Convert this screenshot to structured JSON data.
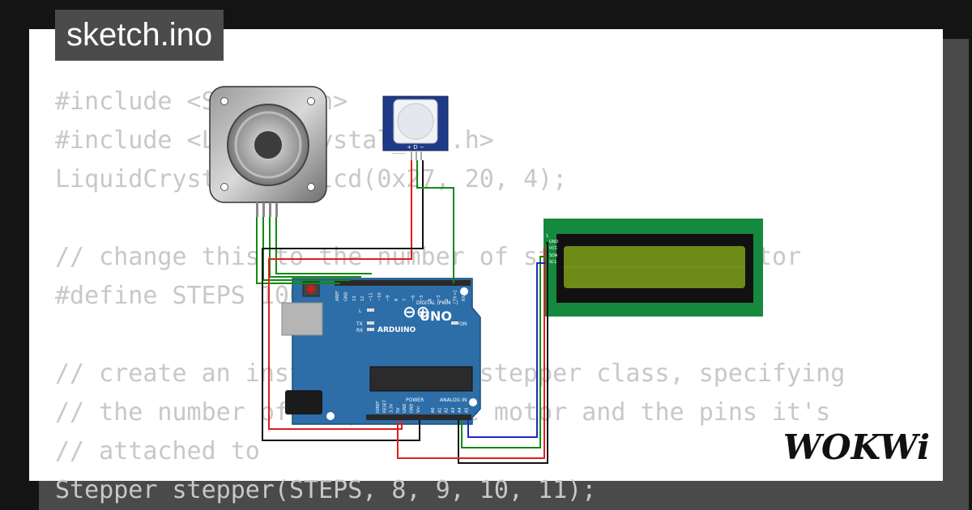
{
  "tab": {
    "filename": "sketch.ino"
  },
  "code": {
    "lines": [
      "#include <Stepper.h>",
      "#include <LiquidCrystal_I2C.h>",
      "LiquidCrystal_I2C lcd(0x27, 20, 4);",
      "",
      "// change this to the number of steps on your motor",
      "#define STEPS 100",
      "",
      "// create an instance of the stepper class, specifying",
      "// the number of steps of the motor and the pins it's",
      "// attached to",
      "Stepper stepper(STEPS, 8, 9, 10, 11);"
    ]
  },
  "brand": {
    "logo": "WOKWi"
  },
  "arduino": {
    "model": "UNO",
    "brand": "ARDUINO",
    "digital_label": "DIGITAL (PWM ~)",
    "power_label": "POWER",
    "analog_label": "ANALOG IN",
    "on_label": "ON",
    "l_label": "L",
    "tx_label": "TX",
    "rx_label": "RX",
    "top_pins": [
      "AREF",
      "GND",
      "13",
      "12",
      "~11",
      "~10",
      "~9",
      "8",
      "7",
      "~6",
      "~5",
      "4",
      "~3",
      "2",
      "TX→1",
      "RX←0"
    ],
    "power_pins": [
      "IOREF",
      "RESET",
      "3.3V",
      "5V",
      "GND",
      "GND",
      "Vin"
    ],
    "analog_pins": [
      "A0",
      "A1",
      "A2",
      "A3",
      "A4",
      "A5"
    ]
  },
  "pir": {
    "pins_label": "+ D −"
  },
  "lcd": {
    "pins": [
      "GND",
      "VCC",
      "SDA",
      "SCL"
    ],
    "pin1": "1"
  },
  "colors": {
    "board": "#2d6ea8",
    "lcd_pcb": "#15893d",
    "lcd_screen": "#6f8b17",
    "wire_red": "#e01e1e",
    "wire_black": "#111111",
    "wire_green": "#128a12",
    "wire_blue": "#1a28c8"
  }
}
